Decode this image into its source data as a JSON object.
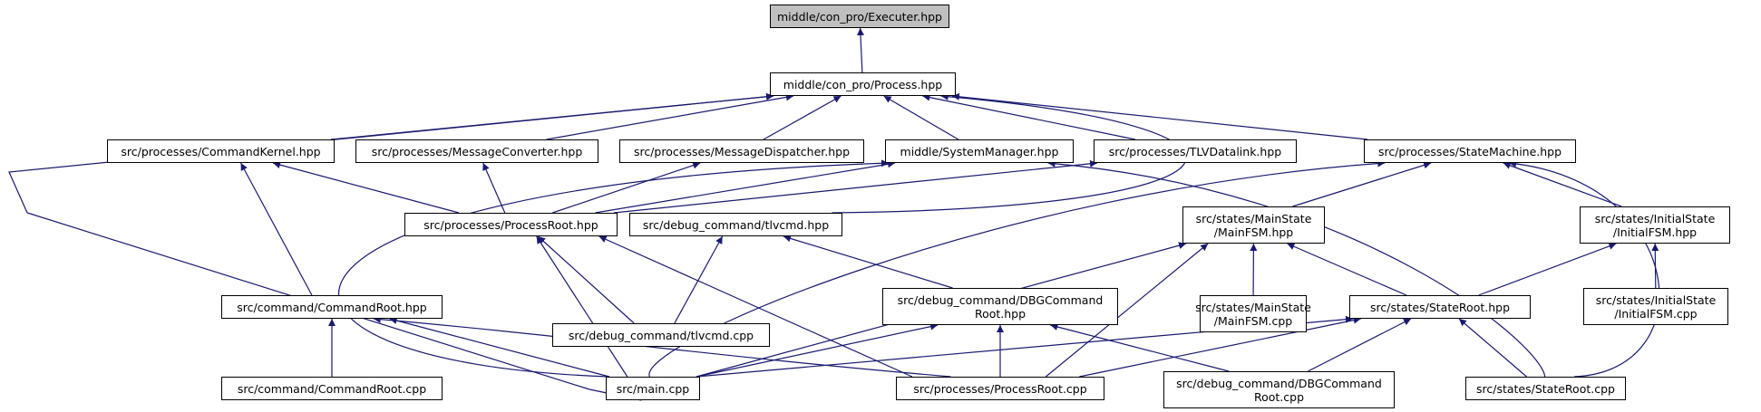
{
  "colors": {
    "edge": "#191970",
    "border": "#000000",
    "current_fill": "#bfbfbf"
  },
  "nodes": {
    "executer": "middle/con_pro/Executer.hpp",
    "process": "middle/con_pro/Process.hpp",
    "command_kernel": "src/processes/CommandKernel.hpp",
    "message_converter": "src/processes/MessageConverter.hpp",
    "message_dispatcher": "src/processes/MessageDispatcher.hpp",
    "system_manager": "middle/SystemManager.hpp",
    "tlv_datalink": "src/processes/TLVDatalink.hpp",
    "state_machine": "src/processes/StateMachine.hpp",
    "process_root_hpp": "src/processes/ProcessRoot.hpp",
    "tlvcmd_hpp": "src/debug_command/tlvcmd.hpp",
    "mainfsm_hpp": "src/states/MainState\n/MainFSM.hpp",
    "initialfsm_hpp": "src/states/InitialState\n/InitialFSM.hpp",
    "command_root_hpp": "src/command/CommandRoot.hpp",
    "tlvcmd_cpp": "src/debug_command/tlvcmd.cpp",
    "dbgcommand_root_hpp": "src/debug_command/DBGCommand\nRoot.hpp",
    "mainfsm_cpp": "src/states/MainState\n/MainFSM.cpp",
    "state_root_hpp": "src/states/StateRoot.hpp",
    "initialfsm_cpp": "src/states/InitialState\n/InitialFSM.cpp",
    "command_root_cpp": "src/command/CommandRoot.cpp",
    "main_cpp": "src/main.cpp",
    "process_root_cpp": "src/processes/ProcessRoot.cpp",
    "dbgcommand_root_cpp": "src/debug_command/DBGCommand\nRoot.cpp",
    "state_root_cpp": "src/states/StateRoot.cpp"
  },
  "edges": [
    [
      "process",
      "executer"
    ],
    [
      "command_kernel",
      "process"
    ],
    [
      "message_converter",
      "process"
    ],
    [
      "message_dispatcher",
      "process"
    ],
    [
      "system_manager",
      "process"
    ],
    [
      "tlv_datalink",
      "process"
    ],
    [
      "state_machine",
      "process"
    ],
    [
      "main_cpp",
      "process"
    ],
    [
      "tlvcmd_hpp",
      "process"
    ],
    [
      "process_root_hpp",
      "command_kernel"
    ],
    [
      "command_root_hpp",
      "command_kernel"
    ],
    [
      "process_root_hpp",
      "message_converter"
    ],
    [
      "process_root_hpp",
      "message_dispatcher"
    ],
    [
      "process_root_hpp",
      "system_manager"
    ],
    [
      "main_cpp",
      "system_manager"
    ],
    [
      "state_root_cpp",
      "system_manager"
    ],
    [
      "process_root_hpp",
      "tlv_datalink"
    ],
    [
      "main_cpp",
      "state_machine"
    ],
    [
      "mainfsm_hpp",
      "state_machine"
    ],
    [
      "initialfsm_hpp",
      "state_machine"
    ],
    [
      "state_root_cpp",
      "state_machine"
    ],
    [
      "tlvcmd_cpp",
      "process_root_hpp"
    ],
    [
      "main_cpp",
      "process_root_hpp"
    ],
    [
      "process_root_cpp",
      "process_root_hpp"
    ],
    [
      "tlvcmd_cpp",
      "tlvcmd_hpp"
    ],
    [
      "dbgcommand_root_hpp",
      "tlvcmd_hpp"
    ],
    [
      "mainfsm_cpp",
      "mainfsm_hpp"
    ],
    [
      "state_root_hpp",
      "mainfsm_hpp"
    ],
    [
      "main_cpp",
      "mainfsm_hpp"
    ],
    [
      "process_root_cpp",
      "mainfsm_hpp"
    ],
    [
      "state_root_hpp",
      "initialfsm_hpp"
    ],
    [
      "initialfsm_cpp",
      "initialfsm_hpp"
    ],
    [
      "command_root_cpp",
      "command_root_hpp"
    ],
    [
      "main_cpp",
      "command_root_hpp"
    ],
    [
      "process_root_cpp",
      "command_root_hpp"
    ],
    [
      "main_cpp",
      "dbgcommand_root_hpp"
    ],
    [
      "process_root_cpp",
      "dbgcommand_root_hpp"
    ],
    [
      "dbgcommand_root_cpp",
      "dbgcommand_root_hpp"
    ],
    [
      "main_cpp",
      "state_root_hpp"
    ],
    [
      "process_root_cpp",
      "state_root_hpp"
    ],
    [
      "dbgcommand_root_cpp",
      "state_root_hpp"
    ],
    [
      "state_root_cpp",
      "state_root_hpp"
    ]
  ]
}
